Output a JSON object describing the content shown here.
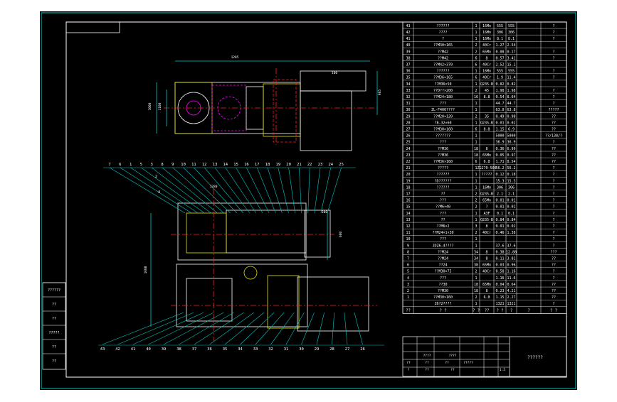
{
  "colors": {
    "background": "#ffffff",
    "sheet": "#000000",
    "border": "#00c8c8",
    "text": "#ffffff",
    "outline": "#e6e600",
    "centerline": "#ff2020",
    "dimension": "#00c8c8",
    "hidden": "#ff00ff"
  },
  "bom": {
    "rows": [
      {
        "no": "43",
        "name": "??????",
        "qty": "1",
        "mat": "16Mn",
        "w1": "555",
        "w2": "555",
        "note": "?"
      },
      {
        "no": "42",
        "name": "????",
        "qty": "1",
        "mat": "16Mn",
        "w1": "306",
        "w2": "306",
        "note": "?"
      },
      {
        "no": "41",
        "name": "?",
        "qty": "1",
        "mat": "16Mn",
        "w1": "8.1",
        "w2": "8.1",
        "note": "?"
      },
      {
        "no": "40",
        "name": "??M30×165",
        "qty": "2",
        "mat": "40Cr",
        "w1": "1.27",
        "w2": "2.54",
        "note": ""
      },
      {
        "no": "39",
        "name": "??M42",
        "qty": "2",
        "mat": "65Mn",
        "w1": "0.08",
        "w2": "0.17",
        "note": "?"
      },
      {
        "no": "38",
        "name": "??M42",
        "qty": "6",
        "mat": "8",
        "w1": "0.57",
        "w2": "3.41",
        "note": "?"
      },
      {
        "no": "37",
        "name": "??M42×370",
        "qty": "6",
        "mat": "40Cr",
        "w1": "2.52",
        "w2": "15.1",
        "note": ""
      },
      {
        "no": "36",
        "name": "??????",
        "qty": "1",
        "mat": "16Mn",
        "w1": "555",
        "w2": "555",
        "note": "?"
      },
      {
        "no": "35",
        "name": "??M36×165",
        "qty": "6",
        "mat": "40Cr",
        "w1": "1.9",
        "w2": "11.4",
        "note": "?"
      },
      {
        "no": "34",
        "name": "??M36×50",
        "qty": "1",
        "mat": "Q235-B",
        "w1": "0.82",
        "w2": "0.82",
        "note": ""
      },
      {
        "no": "33",
        "name": "??D??×200",
        "qty": "2",
        "mat": "45",
        "w1": "1.98",
        "w2": "1.98",
        "note": "?"
      },
      {
        "no": "32",
        "name": "??M24×180",
        "qty": "16",
        "mat": "8.8",
        "w1": "0.54",
        "w2": "8.64",
        "note": "?"
      },
      {
        "no": "31",
        "name": "???",
        "qty": "1",
        "mat": "",
        "w1": "44.7",
        "w2": "44.7",
        "note": "?"
      },
      {
        "no": "30",
        "name": "ZL-F400????",
        "qty": "1",
        "mat": "",
        "w1": "63.8",
        "w2": "63.8",
        "note": "?????"
      },
      {
        "no": "29",
        "name": "??M20×120",
        "qty": "2",
        "mat": "35",
        "w1": "0.49",
        "w2": "0.98",
        "note": "??"
      },
      {
        "no": "28",
        "name": "?8-32×60",
        "qty": "1",
        "mat": "Q235-B",
        "w1": "0.01",
        "w2": "0.02",
        "note": "??"
      },
      {
        "no": "27",
        "name": "??M30×160",
        "qty": "6",
        "mat": "8.8",
        "w1": "1.15",
        "w2": "6.9",
        "note": "??"
      },
      {
        "no": "26",
        "name": "???????",
        "qty": "1",
        "mat": "",
        "w1": "5000",
        "w2": "5000",
        "note": "??/138/?"
      },
      {
        "no": "25",
        "name": "???",
        "qty": "1",
        "mat": "",
        "w1": "36.9",
        "w2": "36.9",
        "note": "?"
      },
      {
        "no": "24",
        "name": "??M36",
        "qty": "18",
        "mat": "8",
        "w1": "0.36",
        "w2": "6.99",
        "note": "??"
      },
      {
        "no": "23",
        "name": "??M36",
        "qty": "18",
        "mat": "65Mn",
        "w1": "0.05",
        "w2": "0.97",
        "note": "??"
      },
      {
        "no": "22",
        "name": "??M36×160",
        "qty": "6",
        "mat": "6.8",
        "w1": "1.71",
        "w2": "8.54",
        "note": "??"
      },
      {
        "no": "21",
        "name": "?????",
        "qty": "1",
        "mat": "ZG270-500",
        "w1": "56.2",
        "w2": "56.2",
        "note": "?"
      },
      {
        "no": "20",
        "name": "??????",
        "qty": "1",
        "mat": "?????",
        "w1": "0.12",
        "w2": "0.18",
        "note": "?"
      },
      {
        "no": "19",
        "name": "?D??????",
        "qty": "1",
        "mat": "",
        "w1": "15.3",
        "w2": "15.3",
        "note": "?"
      },
      {
        "no": "18",
        "name": "??????",
        "qty": "1",
        "mat": "16Mn",
        "w1": "306",
        "w2": "306",
        "note": "?"
      },
      {
        "no": "17",
        "name": "??",
        "qty": "2",
        "mat": "Q235-B",
        "w1": "2.1",
        "w2": "2.1",
        "note": "?"
      },
      {
        "no": "16",
        "name": "???",
        "qty": "2",
        "mat": "65Mn",
        "w1": "0.01",
        "w2": "0.01",
        "note": "?"
      },
      {
        "no": "15",
        "name": "??M6×40",
        "qty": "2",
        "mat": "?",
        "w1": "0.01",
        "w2": "0.01",
        "note": "?"
      },
      {
        "no": "14",
        "name": "???",
        "qty": "1",
        "mat": "A3F",
        "w1": "0.1",
        "w2": "0.1",
        "note": "?"
      },
      {
        "no": "13",
        "name": "??",
        "qty": "1",
        "mat": "Q235-B",
        "w1": "0.84",
        "w2": "0.84",
        "note": "?"
      },
      {
        "no": "12",
        "name": "??M6×2",
        "qty": "3",
        "mat": "8",
        "w1": "0.01",
        "w2": "0.02",
        "note": "?"
      },
      {
        "no": "11",
        "name": "??M24×1×30",
        "qty": "2",
        "mat": "40Cr",
        "w1": "0.46",
        "w2": "1.38",
        "note": "?"
      },
      {
        "no": "10",
        "name": "???",
        "qty": "1",
        "mat": "",
        "w1": "",
        "w2": "",
        "note": "?"
      },
      {
        "no": "9",
        "name": "JDZ6-4????",
        "qty": "1",
        "mat": "",
        "w1": "37.6",
        "w2": "37.6",
        "note": "?"
      },
      {
        "no": "8",
        "name": "??M24",
        "qty": "34",
        "mat": "8",
        "w1": "0.38",
        "w2": "12.88",
        "note": "???"
      },
      {
        "no": "7",
        "name": "??M24",
        "qty": "34",
        "mat": "8",
        "w1": "0.11",
        "w2": "3.81",
        "note": "??"
      },
      {
        "no": "6",
        "name": "??24",
        "qty": "38",
        "mat": "65Mn",
        "w1": "0.03",
        "w2": "0.96",
        "note": "??"
      },
      {
        "no": "5",
        "name": "??M30×75",
        "qty": "2",
        "mat": "40Cr",
        "w1": "0.58",
        "w2": "1.16",
        "note": "?"
      },
      {
        "no": "4",
        "name": "???",
        "qty": "1",
        "mat": "",
        "w1": "1.16",
        "w2": "11.6",
        "note": "?"
      },
      {
        "no": "3",
        "name": "??30",
        "qty": "18",
        "mat": "65Mn",
        "w1": "0.04",
        "w2": "0.64",
        "note": "??"
      },
      {
        "no": "2",
        "name": "??M30",
        "qty": "18",
        "mat": "8",
        "w1": "0.23",
        "w2": "4.21",
        "note": "??"
      },
      {
        "no": "1",
        "name": "??M30×160",
        "qty": "2",
        "mat": "6.8",
        "w1": "1.15",
        "w2": "2.27",
        "note": "??"
      },
      {
        "no": "",
        "name": "Z6?2????",
        "qty": "1",
        "mat": "",
        "w1": "1321",
        "w2": "1321",
        "note": "?"
      }
    ],
    "header": [
      "??",
      "?  ?",
      "?  ?",
      "??",
      "?  ?",
      "?",
      "?",
      "?  ?"
    ]
  },
  "title_block": {
    "title": "??????",
    "cells": [
      "????",
      "????",
      "??",
      "??",
      "??",
      "?",
      "??",
      "??",
      "?????",
      "1:5"
    ]
  },
  "left_strip": {
    "labels": [
      "??????",
      "??",
      "??",
      "?????",
      "??",
      "??"
    ]
  },
  "callouts": {
    "top_row": [
      "7",
      "6",
      "1",
      "5",
      "3",
      "8",
      "9",
      "10",
      "11",
      "12",
      "13",
      "14",
      "15",
      "16",
      "17",
      "18",
      "19",
      "20",
      "21",
      "22",
      "23",
      "24",
      "25"
    ],
    "bottom_row": [
      "43",
      "42",
      "41",
      "40",
      "39",
      "38",
      "37",
      "36",
      "35",
      "34",
      "33",
      "32",
      "31",
      "30",
      "29",
      "28",
      "27",
      "26"
    ],
    "side_numbers": [
      "2",
      "4"
    ]
  },
  "dimensions": [
    "1285",
    "1000",
    "1100",
    "985",
    "1600",
    "1280",
    "600",
    "300",
    "100"
  ]
}
